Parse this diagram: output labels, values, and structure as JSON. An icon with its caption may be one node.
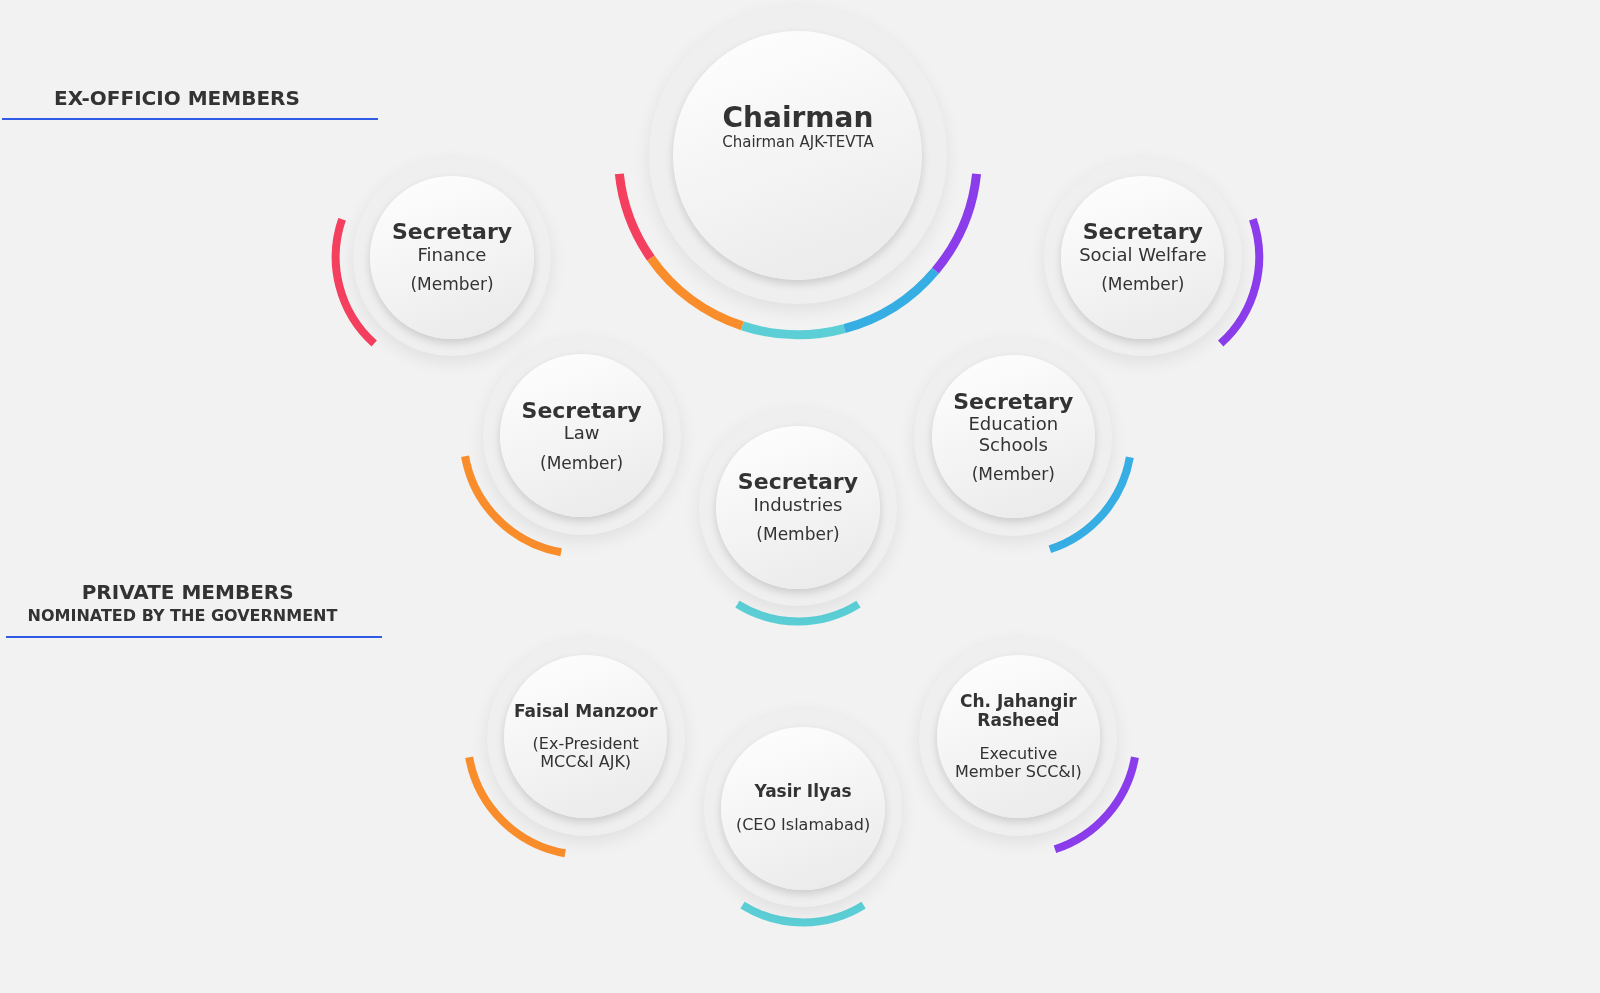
{
  "diagram": {
    "nodes": [
      {
        "text": [
          "Chairman",
          "Chairman AJK-TEVTA"
        ]
      },
      {
        "text": [
          "Secretary",
          "Finance",
          "(Member)"
        ]
      },
      {
        "text": [
          "Secretary",
          "Social Welfare",
          "(Member)"
        ]
      },
      {
        "text": [
          "Secretary",
          "Law",
          "(Member)"
        ]
      },
      {
        "text": [
          "Secretary",
          "Education Schools",
          "(Member)"
        ]
      },
      {
        "text": [
          "Secretary",
          "Industries",
          "(Member)"
        ]
      },
      {
        "text": [
          "Faisal Manzoor",
          "(Ex-President MCC&I AJK)"
        ]
      },
      {
        "text": [
          "Ch. Jahangir Rasheed",
          "Executive Member SCC&I)"
        ]
      },
      {
        "text": [
          "Yasir Ilyas",
          "(CEO Islamabad)"
        ]
      }
    ],
    "edges": [],
    "labels": [
      "EX-OFFICIO MEMBERS",
      "PRIVATE MEMBERS",
      "NOMINATED BY THE GOVERNMENT"
    ]
  }
}
